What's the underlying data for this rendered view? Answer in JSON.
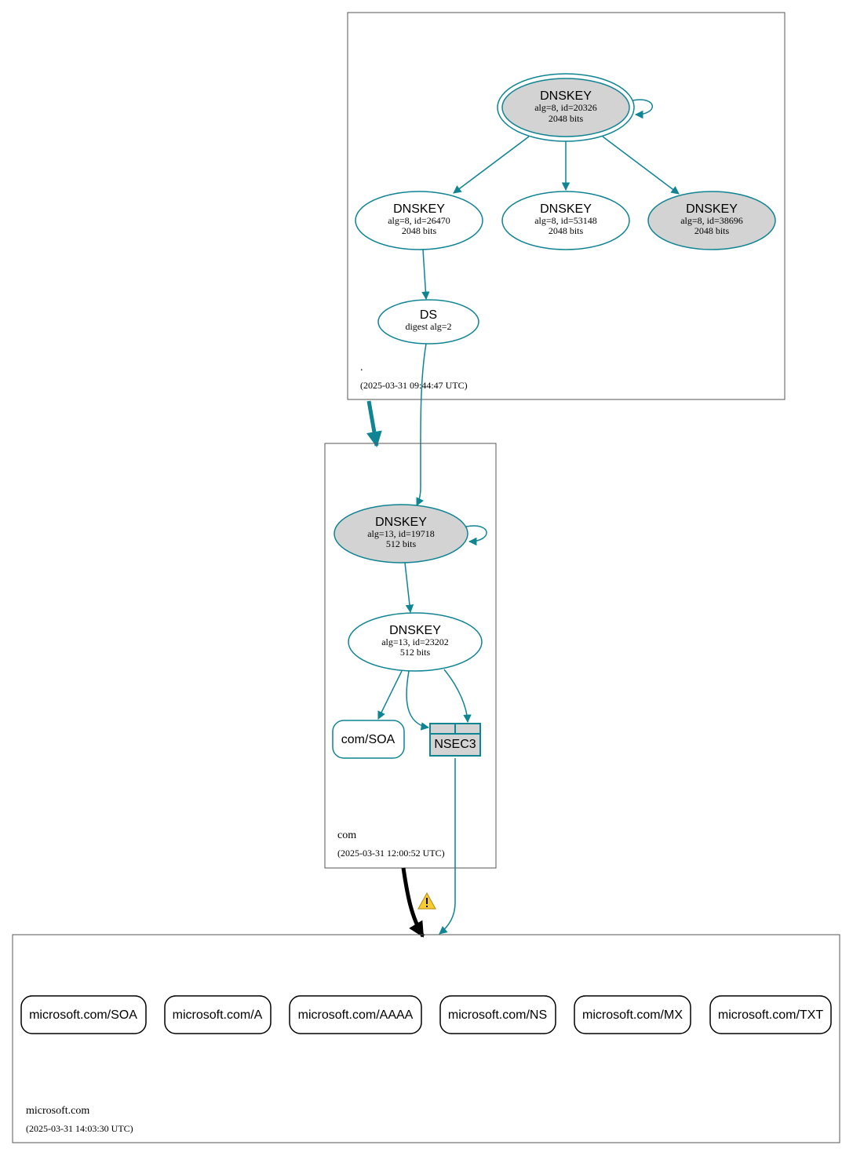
{
  "colors": {
    "edge": "#0f8493",
    "node_fill_gray": "#d3d3d3",
    "zone_border": "#555555",
    "warning": "#f5cd2f"
  },
  "zones": {
    "root": {
      "name": ".",
      "timestamp": "(2025-03-31 09:44:47 UTC)"
    },
    "com": {
      "name": "com",
      "timestamp": "(2025-03-31 12:00:52 UTC)"
    },
    "microsoft": {
      "name": "microsoft.com",
      "timestamp": "(2025-03-31 14:03:30 UTC)"
    }
  },
  "nodes": {
    "root_ksk": {
      "title": "DNSKEY",
      "line1": "alg=8, id=20326",
      "line2": "2048 bits"
    },
    "root_zsk1": {
      "title": "DNSKEY",
      "line1": "alg=8, id=26470",
      "line2": "2048 bits"
    },
    "root_zsk2": {
      "title": "DNSKEY",
      "line1": "alg=8, id=53148",
      "line2": "2048 bits"
    },
    "root_zsk3": {
      "title": "DNSKEY",
      "line1": "alg=8, id=38696",
      "line2": "2048 bits"
    },
    "root_ds": {
      "title": "DS",
      "line1": "digest alg=2"
    },
    "com_ksk": {
      "title": "DNSKEY",
      "line1": "alg=13, id=19718",
      "line2": "512 bits"
    },
    "com_zsk": {
      "title": "DNSKEY",
      "line1": "alg=13, id=23202",
      "line2": "512 bits"
    },
    "com_soa": {
      "label": "com/SOA"
    },
    "com_nsec3": {
      "label": "NSEC3"
    }
  },
  "records": [
    "microsoft.com/SOA",
    "microsoft.com/A",
    "microsoft.com/AAAA",
    "microsoft.com/NS",
    "microsoft.com/MX",
    "microsoft.com/TXT"
  ],
  "warning_icon": "warning-triangle-icon"
}
